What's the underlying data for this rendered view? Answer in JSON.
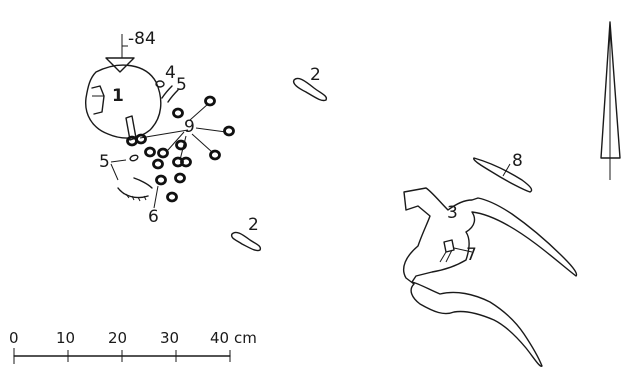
{
  "figure": {
    "depth_label": "-84",
    "labels": {
      "feature_1": "1",
      "feature_2a": "2",
      "feature_2b": "2",
      "feature_3": "3",
      "feature_4": "4",
      "feature_5a": "5",
      "feature_5b": "5",
      "feature_6": "6",
      "feature_7": "7",
      "feature_8": "8",
      "feature_9": "9"
    }
  },
  "scale_bar": {
    "ticks": [
      "0",
      "10",
      "20",
      "30",
      "40"
    ],
    "unit": "cm"
  }
}
